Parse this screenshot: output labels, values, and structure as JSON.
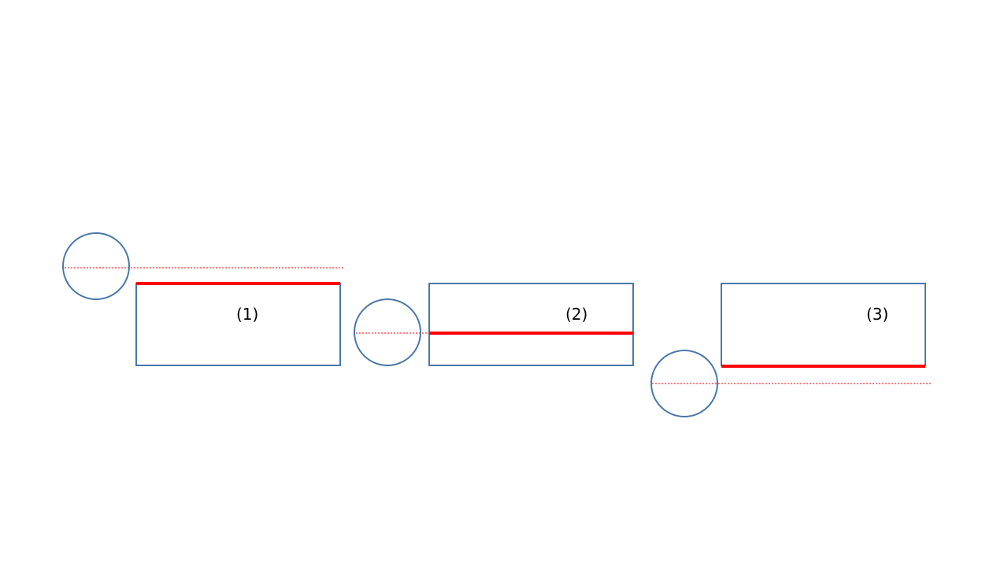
{
  "colors": {
    "outline": "#4a77a8",
    "highlight": "#ff0000",
    "background": "#ffffff"
  },
  "panels": [
    {
      "label": "(1)",
      "highlight_edge": "top"
    },
    {
      "label": "(2)",
      "highlight_edge": "middle"
    },
    {
      "label": "(3)",
      "highlight_edge": "bottom"
    }
  ]
}
